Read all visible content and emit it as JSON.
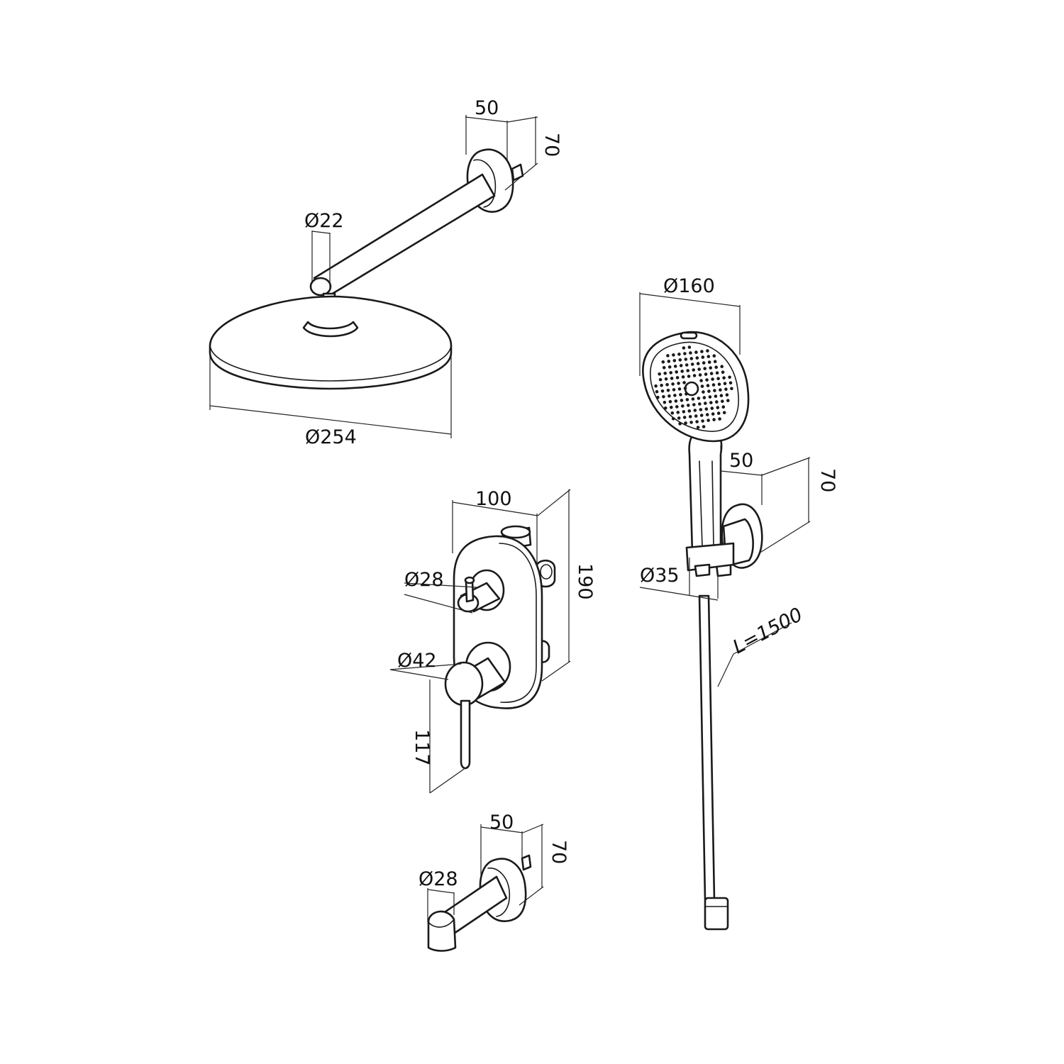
{
  "colors": {
    "line": "#1a1a1a",
    "background": "#ffffff"
  },
  "overhead_shower": {
    "head_diameter": "Ø254",
    "arm_diameter": "Ø22",
    "flange_depth": "50",
    "flange_height": "70"
  },
  "hand_shower": {
    "head_diameter": "Ø160",
    "holder_depth": "50",
    "holder_height": "70",
    "handle_diameter": "Ø35",
    "hose_length": "L=1500"
  },
  "mixer": {
    "plate_width": "100",
    "plate_height": "190",
    "diverter_diameter": "Ø28",
    "lever_knob_diameter": "Ø42",
    "lever_length": "117"
  },
  "spout": {
    "diameter": "Ø28",
    "depth": "50",
    "height": "70"
  }
}
